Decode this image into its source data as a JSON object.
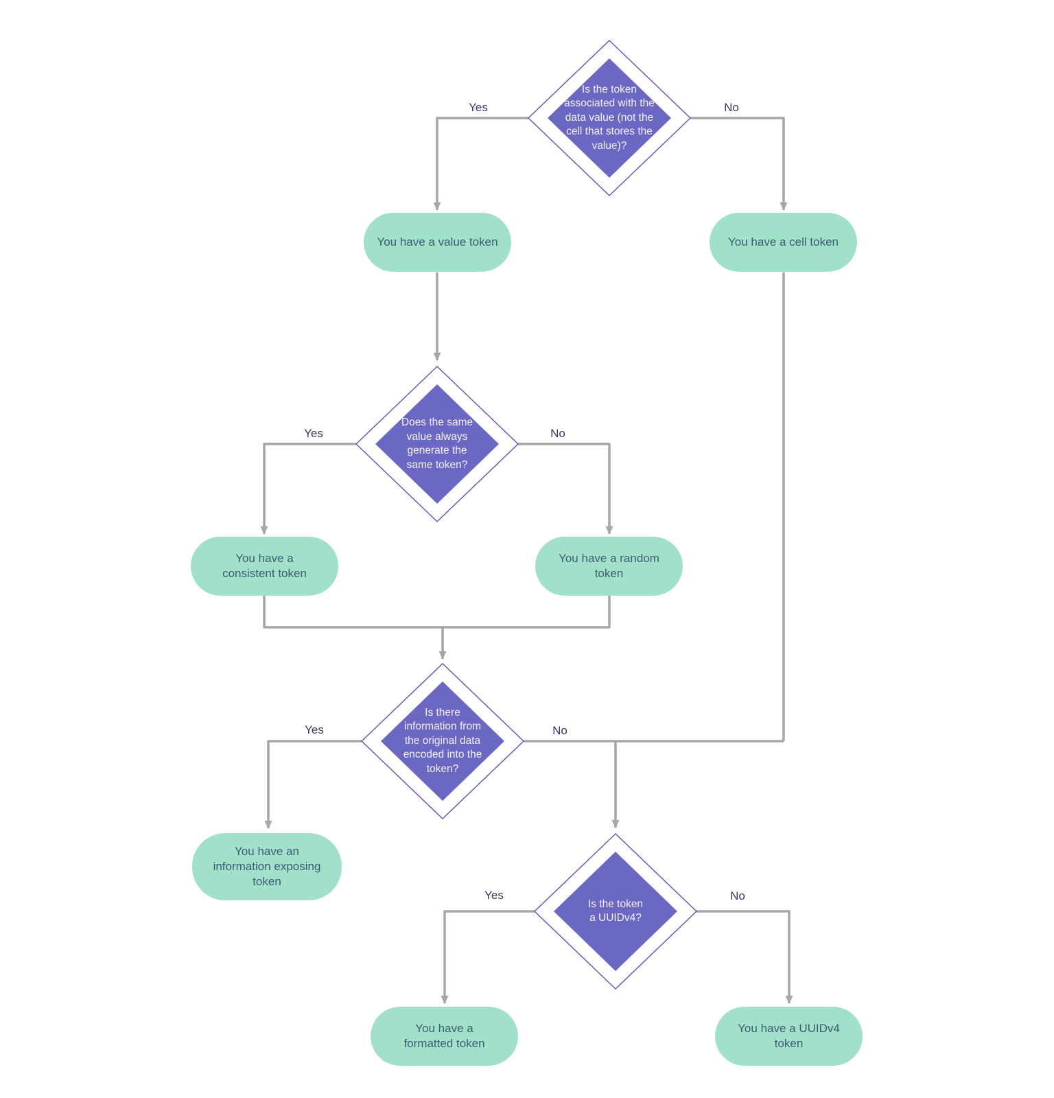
{
  "diagram": {
    "colors": {
      "background": "#ffffff",
      "decision_fill": "#6b68c3",
      "decision_border": "#5956b3",
      "decision_text": "#f2f1fa",
      "terminal_fill": "#a2e1c9",
      "terminal_text": "#3e5a74",
      "connector": "#a6a6a6",
      "branch_label": "#3a3963"
    },
    "decisions": {
      "d1": {
        "text": "Is the token\nassociated with the\ndata value (not the\ncell that stores the\nvalue)?"
      },
      "d2": {
        "text": "Does the same\nvalue always\ngenerate the\nsame token?"
      },
      "d3": {
        "text": "Is there\ninformation from\nthe original data\nencoded into the\ntoken?"
      },
      "d4": {
        "text": "Is the token\na UUIDv4?"
      }
    },
    "terminals": {
      "value_token": "You have a value token",
      "cell_token": "You have a cell token",
      "consistent_token": "You have a\nconsistent token",
      "random_token": "You have a random\ntoken",
      "information_exposing_token": "You have an\ninformation exposing\ntoken",
      "formatted_token": "You have a\nformatted token",
      "uuidv4_token": "You have a UUIDv4\ntoken"
    },
    "branch_labels": {
      "d1_yes": "Yes",
      "d1_no": "No",
      "d2_yes": "Yes",
      "d2_no": "No",
      "d3_yes": "Yes",
      "d3_no": "No",
      "d4_yes": "Yes",
      "d4_no": "No"
    }
  }
}
